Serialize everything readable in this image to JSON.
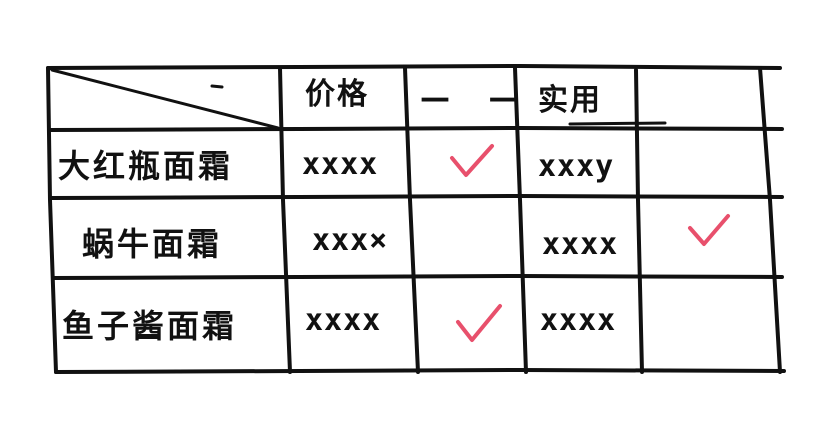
{
  "table": {
    "header": {
      "price": "价格",
      "price_cont": "— —",
      "practical": "实用",
      "practical_cont": ""
    },
    "rows": [
      {
        "name": "大红瓶面霜",
        "price_marks": "xxxx",
        "price_checked": true,
        "practical_marks": "xxxy",
        "practical_checked": false
      },
      {
        "name": "蜗牛面霜",
        "price_marks": "xxx×",
        "price_checked": false,
        "practical_marks": "xxxx",
        "practical_checked": true
      },
      {
        "name": "鱼子酱面霜",
        "price_marks": "xxxx",
        "price_checked": true,
        "practical_marks": "xxxx",
        "practical_checked": false
      }
    ]
  },
  "colors": {
    "ink": "#111111",
    "check": "#e8506c"
  },
  "icons": {
    "check": "check-icon"
  }
}
